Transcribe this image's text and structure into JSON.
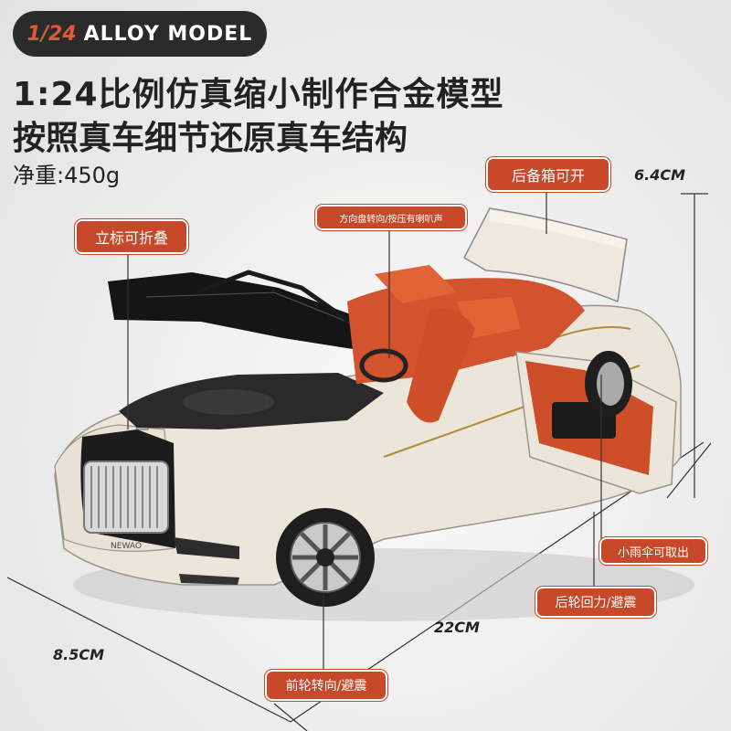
{
  "badge": {
    "scale": "1/24",
    "title": "ALLOY MODEL"
  },
  "headline": {
    "line1": "1:24比例仿真缩小制作合金模型",
    "line2": "按照真车细节还原真车结构"
  },
  "weight": "净重:450g",
  "dimensions": {
    "height": "6.4CM",
    "length": "22CM",
    "width": "8.5CM"
  },
  "plate": "NEWAO",
  "callouts": {
    "trunk": "后备箱可开",
    "steering": "方向盘转向/按压有喇叭声",
    "hood_ornament": "立标可折叠",
    "umbrella": "小雨伞可取出",
    "rear_wheel": "后轮回力/避震",
    "front_wheel": "前轮转向/避震"
  },
  "colors": {
    "accent": "#c8482a",
    "car_body": "#ece6da",
    "interior": "#d2532e",
    "badge_bg": "#2b2b2b"
  }
}
